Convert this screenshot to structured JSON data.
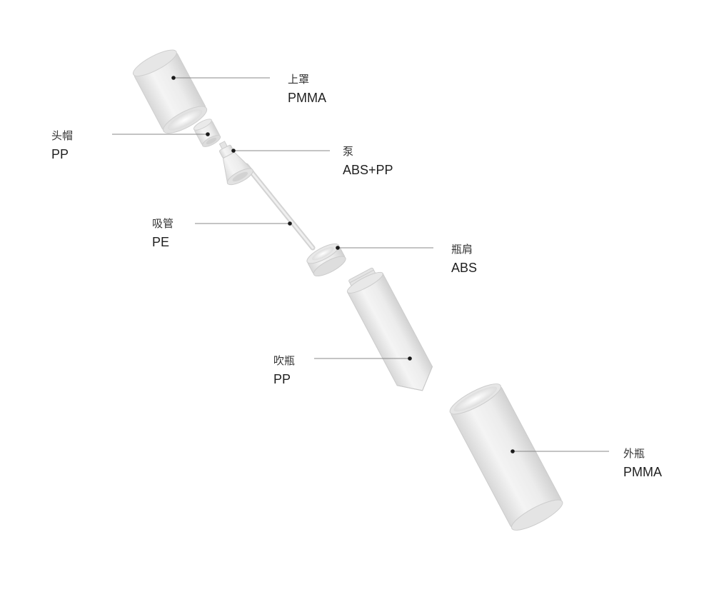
{
  "components": [
    {
      "id": "top-cap",
      "name": "上罩",
      "material": "PMMA"
    },
    {
      "id": "head-cap",
      "name": "头帽",
      "material": "PP"
    },
    {
      "id": "pump",
      "name": "泵",
      "material": "ABS+PP"
    },
    {
      "id": "dip-tube",
      "name": "吸管",
      "material": "PE"
    },
    {
      "id": "bottle-shoulder",
      "name": "瓶肩",
      "material": "ABS"
    },
    {
      "id": "blow-bottle",
      "name": "吹瓶",
      "material": "PP"
    },
    {
      "id": "outer-bottle",
      "name": "外瓶",
      "material": "PMMA"
    }
  ],
  "colors": {
    "part_fill": "#eeeeee",
    "part_shade": "#d4d4d4",
    "part_edge": "#c4c4c4",
    "leader_line": "#888888",
    "dot": "#1a1a1a"
  }
}
